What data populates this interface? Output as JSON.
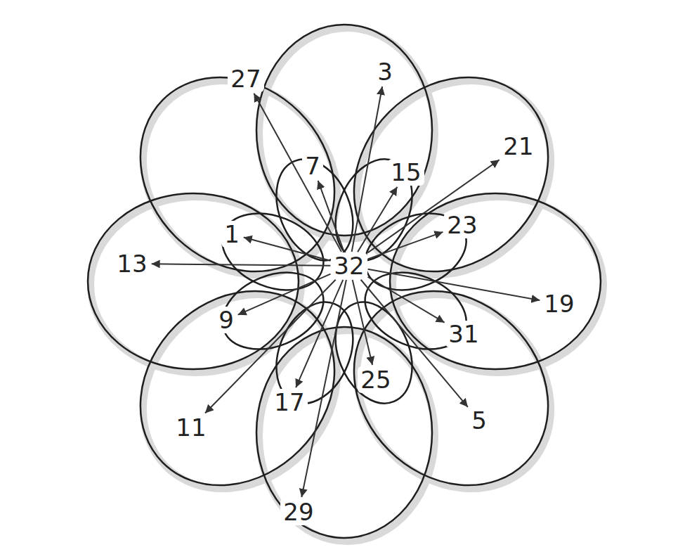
{
  "diagram": {
    "nodes": [
      {
        "text": [
          "32"
        ]
      },
      {
        "text": [
          "3"
        ]
      },
      {
        "text": [
          "27"
        ]
      },
      {
        "text": [
          "21"
        ]
      },
      {
        "text": [
          "7"
        ]
      },
      {
        "text": [
          "15"
        ]
      },
      {
        "text": [
          "23"
        ]
      },
      {
        "text": [
          "1"
        ]
      },
      {
        "text": [
          "13"
        ]
      },
      {
        "text": [
          "19"
        ]
      },
      {
        "text": [
          "9"
        ]
      },
      {
        "text": [
          "31"
        ]
      },
      {
        "text": [
          "25"
        ]
      },
      {
        "text": [
          "17"
        ]
      },
      {
        "text": [
          "5"
        ]
      },
      {
        "text": [
          "11"
        ]
      },
      {
        "text": [
          "29"
        ]
      }
    ],
    "edges": [
      {
        "from": 0,
        "to": 1,
        "arrow": "to"
      },
      {
        "from": 0,
        "to": 2,
        "arrow": "to"
      },
      {
        "from": 0,
        "to": 3,
        "arrow": "to"
      },
      {
        "from": 0,
        "to": 4,
        "arrow": "to"
      },
      {
        "from": 0,
        "to": 5,
        "arrow": "to"
      },
      {
        "from": 0,
        "to": 6,
        "arrow": "to"
      },
      {
        "from": 0,
        "to": 7,
        "arrow": "to"
      },
      {
        "from": 0,
        "to": 8,
        "arrow": "to"
      },
      {
        "from": 0,
        "to": 9,
        "arrow": "to"
      },
      {
        "from": 0,
        "to": 10,
        "arrow": "to"
      },
      {
        "from": 0,
        "to": 11,
        "arrow": "to"
      },
      {
        "from": 0,
        "to": 12,
        "arrow": "to"
      },
      {
        "from": 0,
        "to": 13,
        "arrow": "to"
      },
      {
        "from": 0,
        "to": 14,
        "arrow": "to"
      },
      {
        "from": 0,
        "to": 15,
        "arrow": "to"
      },
      {
        "from": 0,
        "to": 16,
        "arrow": "to"
      }
    ]
  }
}
